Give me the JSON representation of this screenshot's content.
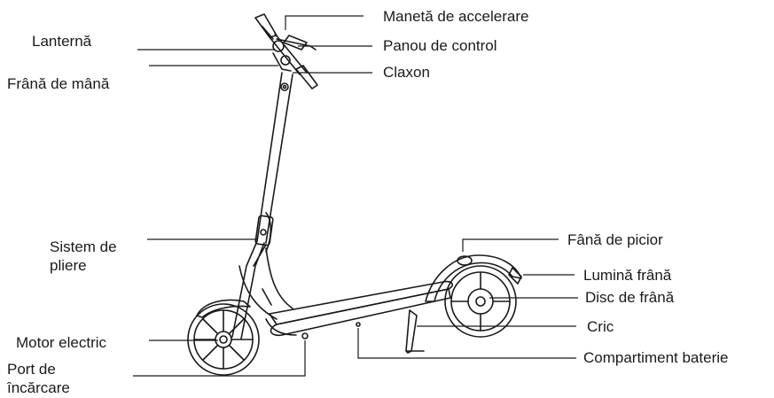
{
  "labels": {
    "throttle": "Manetă de accelerare",
    "headlight": "Lanternă",
    "control_panel": "Panou de control",
    "horn": "Claxon",
    "hand_brake": "Frână de mână",
    "folding_line1": "Sistem de",
    "folding_line2": "pliere",
    "foot_brake": "Fână de picior",
    "brake_light": "Lumină frână",
    "brake_disc": "Disc de frână",
    "kickstand": "Cric",
    "motor": "Motor electric",
    "charge_line1": "Port de",
    "charge_line2": "încărcare",
    "battery": "Compartiment baterie"
  },
  "colors": {
    "ink": "#1a1a1a",
    "background": "#ffffff"
  }
}
